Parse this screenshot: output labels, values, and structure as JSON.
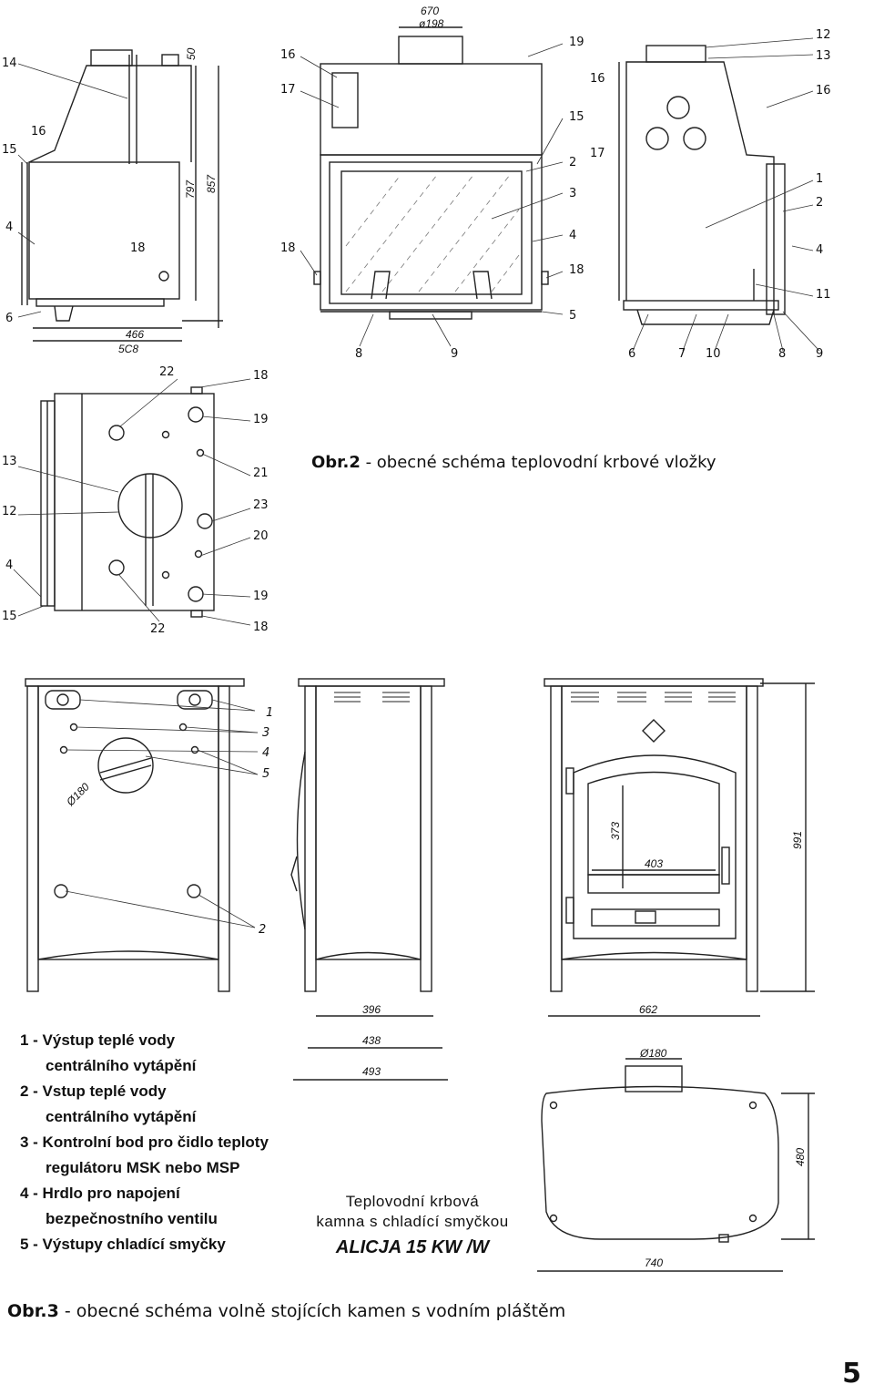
{
  "fig2": {
    "caption_bold": "Obr.2",
    "caption_text": " - obecné schéma teplovodní krbové vložky",
    "side_view_left": {
      "labels": [
        "14",
        "15",
        "16",
        "4",
        "6",
        "18"
      ],
      "dims": [
        "50",
        "797",
        "857",
        "466",
        "5C8"
      ]
    },
    "front_view": {
      "labels": [
        "16",
        "17",
        "18",
        "8",
        "9",
        "19",
        "15",
        "2",
        "3",
        "4",
        "18",
        "5"
      ],
      "dims": [
        "670",
        "ø198"
      ]
    },
    "side_view_right": {
      "labels": [
        "12",
        "13",
        "16",
        "16",
        "17",
        "1",
        "2",
        "4",
        "11",
        "6",
        "7",
        "10",
        "8",
        "9"
      ]
    },
    "top_view": {
      "labels": [
        "22",
        "18",
        "19",
        "13",
        "21",
        "12",
        "23",
        "20",
        "4",
        "19",
        "15",
        "22",
        "18"
      ]
    }
  },
  "fig3": {
    "caption_bold": "Obr.3",
    "caption_text": " - obecné schéma volně stojících kamen s vodním pláštěm",
    "back_view": {
      "labels": [
        "1",
        "3",
        "4",
        "5",
        "2"
      ],
      "dims": [
        "Ø180"
      ]
    },
    "side_dims": [
      "396",
      "438",
      "493"
    ],
    "front_dims": [
      "373",
      "403",
      "991",
      "662"
    ],
    "top_dims": [
      "Ø180",
      "480",
      "740"
    ],
    "legend": [
      {
        "first": "1 - Výstup teplé vody",
        "second": "centrálního vytápění"
      },
      {
        "first": "2 - Vstup teplé vody",
        "second": "centrálního vytápění"
      },
      {
        "first": "3 - Kontrolní bod pro čidlo teploty",
        "second": "regulátoru MSK nebo MSP"
      },
      {
        "first": "4 - Hrdlo pro napojení",
        "second": "bezpečnostního ventilu"
      },
      {
        "first": "5 - Výstupy chladící smyčky",
        "second": ""
      }
    ],
    "model_line1": "Teplovodní krbová",
    "model_line2": "kamna s chladící smyčkou",
    "model_name": "ALICJA 15 KW /W"
  },
  "page_number": "5"
}
